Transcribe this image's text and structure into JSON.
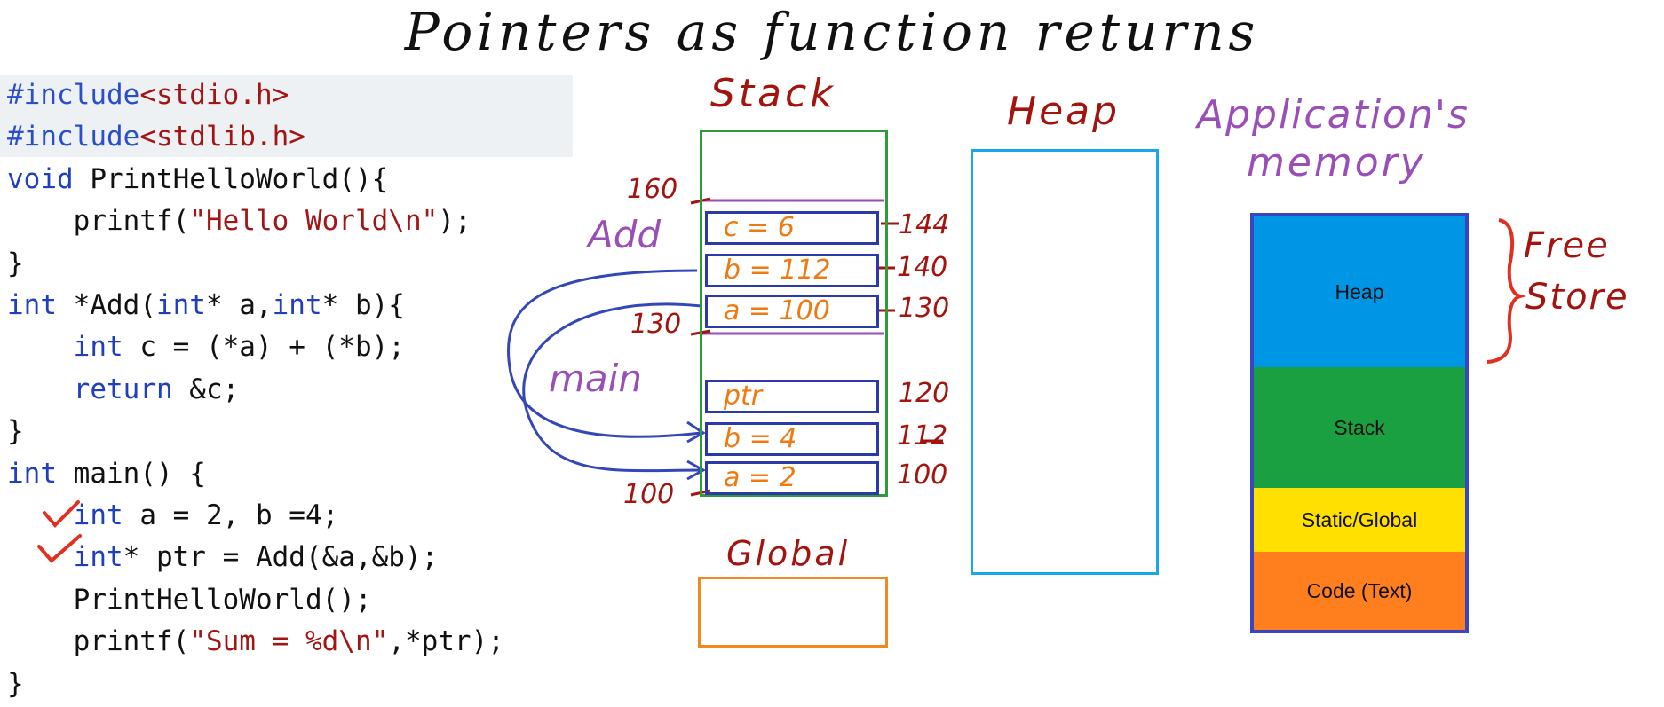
{
  "title": "Pointers as function returns",
  "code_lines": [
    {
      "parts": [
        {
          "t": "#include",
          "c": "inc"
        },
        {
          "t": "<stdio.h>",
          "c": "str"
        }
      ]
    },
    {
      "parts": [
        {
          "t": "#include",
          "c": "inc"
        },
        {
          "t": "<stdlib.h>",
          "c": "str"
        }
      ]
    },
    {
      "parts": [
        {
          "t": "void",
          "c": "kw"
        },
        {
          "t": " PrintHelloWorld(){",
          "c": ""
        }
      ]
    },
    {
      "parts": [
        {
          "t": "    printf(",
          "c": ""
        },
        {
          "t": "\"Hello World\\n\"",
          "c": "str"
        },
        {
          "t": ");",
          "c": ""
        }
      ]
    },
    {
      "parts": [
        {
          "t": "}",
          "c": ""
        }
      ]
    },
    {
      "parts": [
        {
          "t": "int",
          "c": "kw"
        },
        {
          "t": " *Add(",
          "c": ""
        },
        {
          "t": "int",
          "c": "kw"
        },
        {
          "t": "* a,",
          "c": ""
        },
        {
          "t": "int",
          "c": "kw"
        },
        {
          "t": "* b){",
          "c": ""
        }
      ]
    },
    {
      "parts": [
        {
          "t": "    ",
          "c": ""
        },
        {
          "t": "int",
          "c": "kw"
        },
        {
          "t": " c = (*a) + (*b);",
          "c": ""
        }
      ]
    },
    {
      "parts": [
        {
          "t": "    ",
          "c": ""
        },
        {
          "t": "return",
          "c": "kw"
        },
        {
          "t": " &c;",
          "c": ""
        }
      ]
    },
    {
      "parts": [
        {
          "t": "}",
          "c": ""
        }
      ]
    },
    {
      "parts": [
        {
          "t": "int",
          "c": "kw"
        },
        {
          "t": " main() {",
          "c": ""
        }
      ]
    },
    {
      "parts": [
        {
          "t": "    ",
          "c": ""
        },
        {
          "t": "int",
          "c": "kw"
        },
        {
          "t": " a = 2, b =4;",
          "c": ""
        }
      ]
    },
    {
      "parts": [
        {
          "t": "    ",
          "c": ""
        },
        {
          "t": "int",
          "c": "kw"
        },
        {
          "t": "* ptr = Add(&a,&b);",
          "c": ""
        }
      ]
    },
    {
      "parts": [
        {
          "t": "    PrintHelloWorld();",
          "c": ""
        }
      ]
    },
    {
      "parts": [
        {
          "t": "    printf(",
          "c": ""
        },
        {
          "t": "\"Sum = %d\\n\"",
          "c": "str"
        },
        {
          "t": ",*ptr);",
          "c": ""
        }
      ]
    },
    {
      "parts": [
        {
          "t": "}",
          "c": ""
        }
      ]
    }
  ],
  "stack": {
    "label": "Stack",
    "add_label": "Add",
    "main_label": "main",
    "cells": [
      {
        "text": "c = 6",
        "address": "144"
      },
      {
        "text": "b = 112",
        "address": "140"
      },
      {
        "text": "a = 100",
        "address": "130"
      },
      {
        "text": "ptr",
        "address": "120"
      },
      {
        "text": "b = 4",
        "address": "112"
      },
      {
        "text": "a = 2",
        "address": "100"
      }
    ],
    "frame_markers": [
      "160",
      "130",
      "100"
    ]
  },
  "global_label": "Global",
  "heap_label": "Heap",
  "app_memory": {
    "title_line1": "Application's",
    "title_line2": "memory",
    "segments": [
      {
        "label": "Heap",
        "color": "#0096e6"
      },
      {
        "label": "Stack",
        "color": "#1aa040"
      },
      {
        "label": "Static/Global",
        "color": "#ffe000"
      },
      {
        "label": "Code (Text)",
        "color": "#ff7f1e"
      }
    ],
    "free_store_line1": "Free",
    "free_store_line2": "Store"
  },
  "colors": {
    "check": "#e03020",
    "stack_border": "#2e9a3a",
    "heap_border": "#1aa7e8",
    "global_border": "#f08a20",
    "cell_border": "#2a3aa8",
    "arrow": "#3347b8",
    "divider": "#9a4fb8"
  }
}
